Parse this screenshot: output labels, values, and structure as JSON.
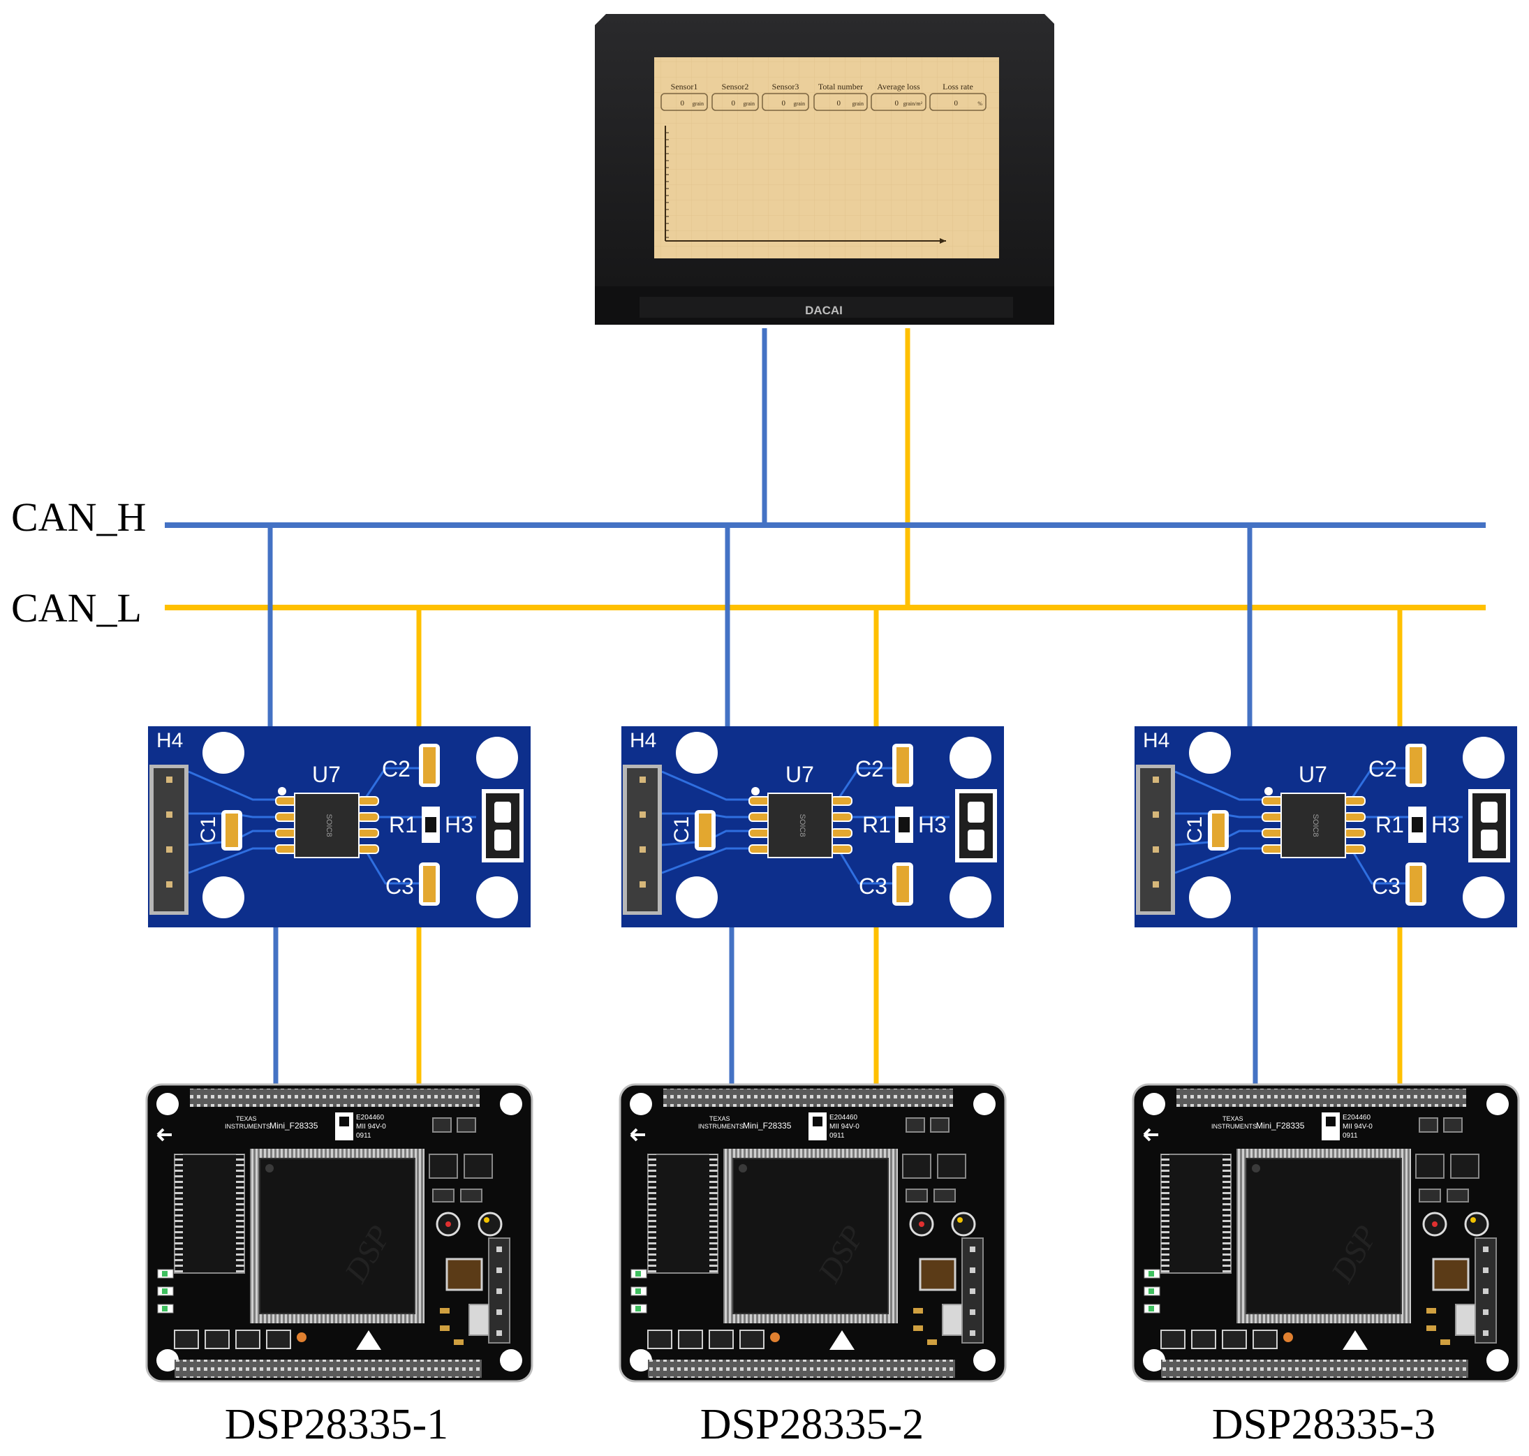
{
  "bus": {
    "can_h": {
      "label": "CAN_H",
      "color": "#4472C4"
    },
    "can_l": {
      "label": "CAN_L",
      "color": "#FFC000"
    }
  },
  "display": {
    "brand": "DACAI",
    "bezel_color": "#1c1c1e",
    "screen_color": "#ebcf9b",
    "columns": [
      {
        "header": "Sensor1",
        "value": "0",
        "unit": "grain"
      },
      {
        "header": "Sensor2",
        "value": "0",
        "unit": "grain"
      },
      {
        "header": "Sensor3",
        "value": "0",
        "unit": "grain"
      },
      {
        "header": "Total number",
        "value": "0",
        "unit": "grain"
      },
      {
        "header": "Average loss",
        "value": "0",
        "unit": "grain/m²"
      },
      {
        "header": "Loss rate",
        "value": "0",
        "unit": "%"
      }
    ]
  },
  "transceiver": {
    "board_color": "#0d2f8c",
    "labels": {
      "header": "H4",
      "chip": "U7",
      "package": "SOIC8",
      "cap1": "C1",
      "cap2": "C2",
      "cap3": "C3",
      "resistor": "R1",
      "jumper": "H3"
    }
  },
  "dsp": {
    "board_color": "#0b0b0b",
    "silk": {
      "vendor_line1": "TEXAS",
      "vendor_line2": "INSTRUMENTS",
      "model": "Mini_F28335",
      "cert_1": "E204460",
      "cert_2": "MII 94V-0",
      "cert_3": "0911",
      "logo": "DSP"
    },
    "nodes": [
      {
        "label": "DSP28335-1"
      },
      {
        "label": "DSP28335-2"
      },
      {
        "label": "DSP28335-3"
      }
    ]
  }
}
